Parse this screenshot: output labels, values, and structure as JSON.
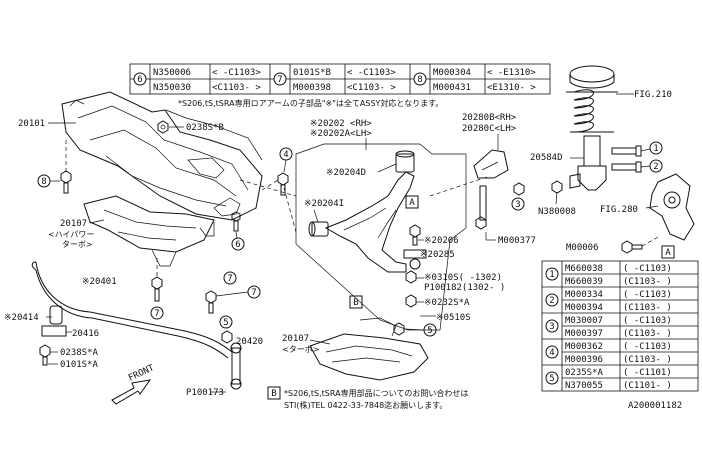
{
  "top_table": {
    "groups": [
      {
        "num": "6",
        "rows": [
          [
            "N350006",
            "< -C1103>"
          ],
          [
            "N350030",
            "<C1103- >"
          ]
        ]
      },
      {
        "num": "7",
        "rows": [
          [
            "0101S*B",
            "< -C1103>"
          ],
          [
            "M000398",
            "<C1103- >"
          ]
        ]
      },
      {
        "num": "8",
        "rows": [
          [
            "M000304",
            "< -E1310>"
          ],
          [
            "M000431",
            "<E1310- >"
          ]
        ]
      }
    ]
  },
  "notes": {
    "top_note": "*S206,tS,tSRA専用ロアアームの子部品\"※\"は全てASSY対応となります。",
    "bottom_note_1": "*S206,tS,tSRA専用部品についてのお問い合わせは",
    "bottom_note_2": "STI(株)TEL 0422-33-7848迄お願いします。"
  },
  "labels": {
    "p20101": "20101",
    "p0238sb": "0238S*B",
    "p20202": "※20202 <RH>",
    "p20202a": "※20202A<LH>",
    "p20280b": "20280B<RH>",
    "p20280c": "20280C<LH>",
    "fig210": "FIG.210",
    "p20584d": "20584D",
    "n380008": "N380008",
    "fig280": "FIG.280",
    "p20204d": "※20204D",
    "p20204i": "※20204I",
    "p20206": "※20206",
    "p20285": "※20285",
    "m000377": "M000377",
    "m00006": "M00006",
    "p0310s": "※0310S( -1302)",
    "p100182": "P100182(1302- )",
    "p0232sa": "※0232S*A",
    "p0510s": "※0510S",
    "p20107a": "20107",
    "p20107a_sub": "<ハイパワー",
    "p20107a_sub2": "ターボ>",
    "p20401": "※20401",
    "p20414": "※20414",
    "p20416": "20416",
    "p0238sa": "0238S*A",
    "p0101sa": "0101S*A",
    "p20420": "20420",
    "p20107b": "20107",
    "p20107b_sub": "<ターボ>",
    "p100173": "P100173",
    "front": "FRONT",
    "diagram_id": "A200001182",
    "ref_a": "A",
    "ref_b": "B"
  },
  "callouts": [
    "1",
    "2",
    "3",
    "4",
    "5",
    "6",
    "7",
    "8"
  ],
  "right_table": [
    {
      "num": "1",
      "rows": [
        [
          "M660038",
          "( -C1103)"
        ],
        [
          "M660039",
          "(C1103- )"
        ]
      ]
    },
    {
      "num": "2",
      "rows": [
        [
          "M000334",
          "( -C1103)"
        ],
        [
          "M000394",
          "(C1103- )"
        ]
      ]
    },
    {
      "num": "3",
      "rows": [
        [
          "M030007",
          "( -C1103)"
        ],
        [
          "M000397",
          "(C1103- )"
        ]
      ]
    },
    {
      "num": "4",
      "rows": [
        [
          "M000362",
          "( -C1103)"
        ],
        [
          "M000396",
          "(C1103- )"
        ]
      ]
    },
    {
      "num": "5",
      "rows": [
        [
          "0235S*A",
          "( -C1101)"
        ],
        [
          "N370055",
          "(C1101- )"
        ]
      ]
    }
  ]
}
